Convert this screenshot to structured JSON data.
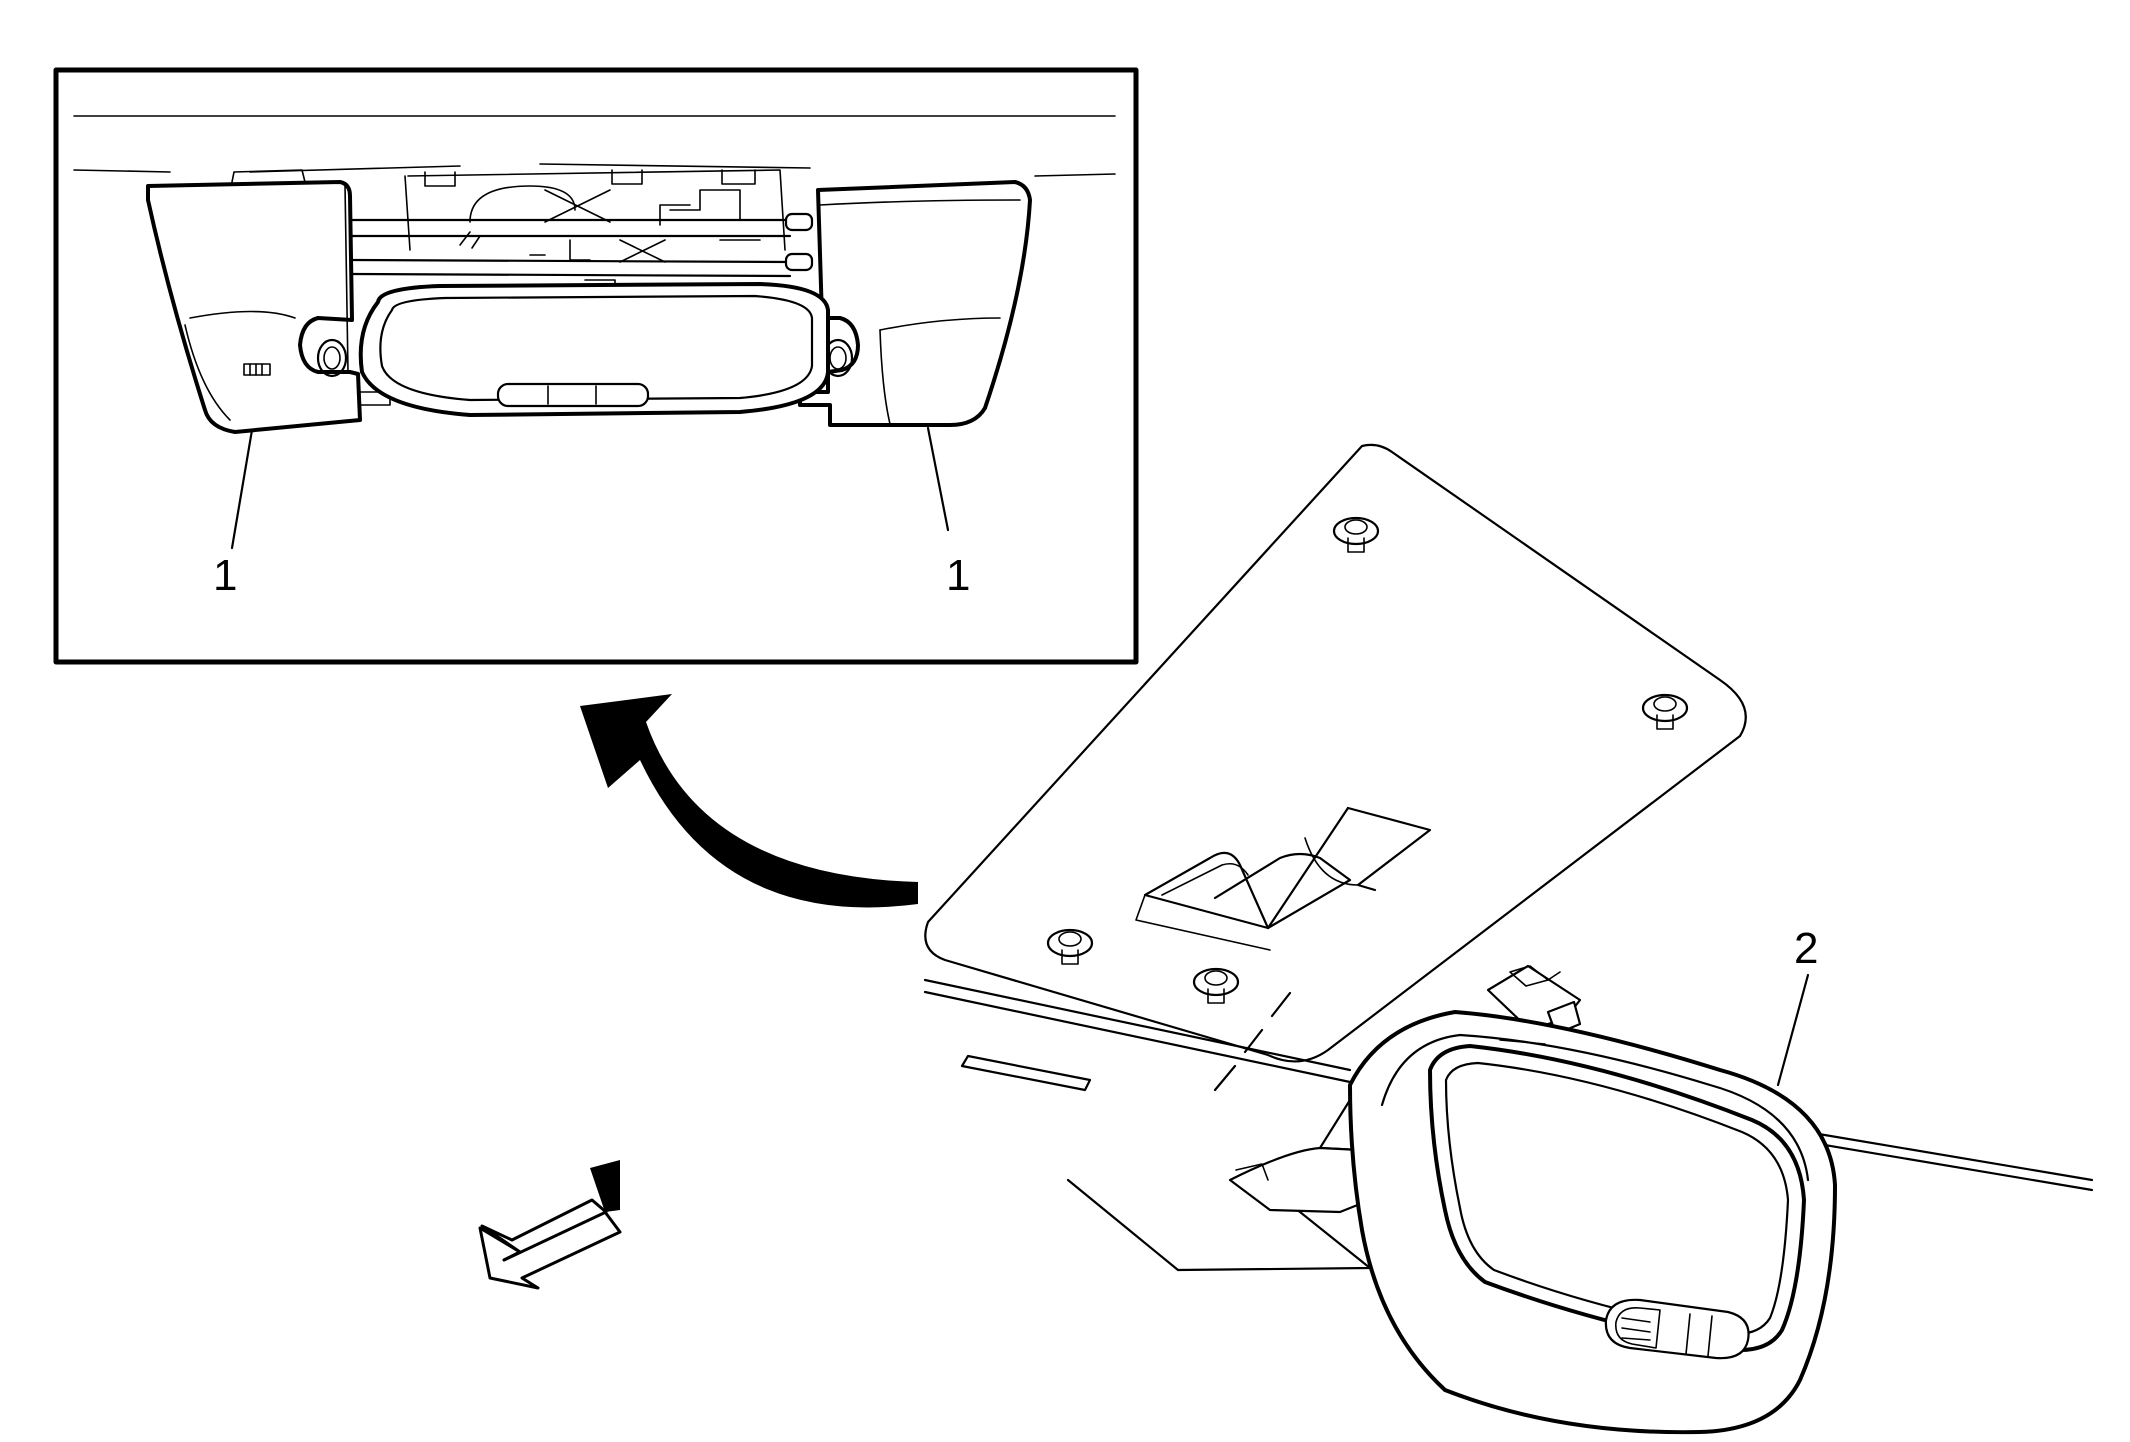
{
  "callouts": {
    "inset_left": "1",
    "inset_right": "1",
    "console": "2"
  },
  "icons": {
    "rotate_arrow": "curved-arrow-icon",
    "direction_arrow": "forward-arrow-icon"
  },
  "colors": {
    "line": "#000000",
    "background": "#ffffff"
  }
}
